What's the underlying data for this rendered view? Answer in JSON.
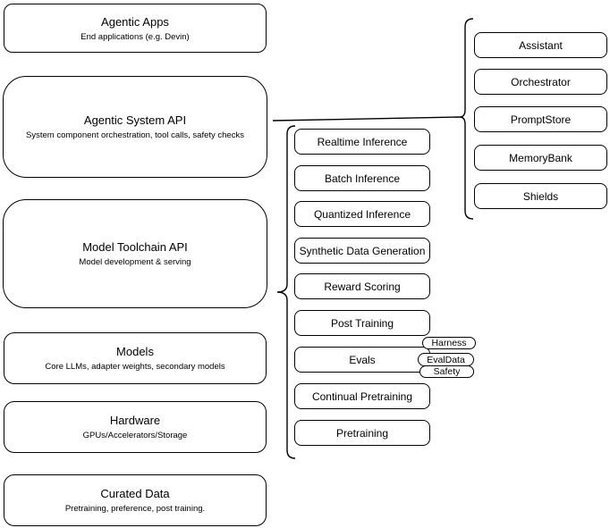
{
  "diagram": {
    "colors": {
      "stroke": "#000000",
      "background": "#ffffff",
      "text": "#000000"
    },
    "left_column": {
      "boxes": [
        {
          "title": "Agentic Apps",
          "subtitle": "End applications (e.g. Devin)"
        },
        {
          "title": "Agentic System API",
          "subtitle": "System component orchestration, tool calls, safety checks"
        },
        {
          "title": "Model Toolchain API",
          "subtitle": "Model development & serving"
        },
        {
          "title": "Models",
          "subtitle": "Core LLMs, adapter weights, secondary models"
        },
        {
          "title": "Hardware",
          "subtitle": "GPUs/Accelerators/Storage"
        },
        {
          "title": "Curated Data",
          "subtitle": "Pretraining, preference, post training."
        }
      ]
    },
    "toolchain_group": {
      "attached_to": "Model Toolchain API",
      "items": [
        {
          "label": "Realtime Inference"
        },
        {
          "label": "Batch Inference"
        },
        {
          "label": "Quantized Inference"
        },
        {
          "label": "Synthetic Data Generation"
        },
        {
          "label": "Reward Scoring"
        },
        {
          "label": "Post Training"
        },
        {
          "label": "Evals"
        },
        {
          "label": "Continual Pretraining"
        },
        {
          "label": "Pretraining"
        }
      ],
      "eval_pills": [
        {
          "label": "Harness"
        },
        {
          "label": "EvalData"
        },
        {
          "label": "Safety"
        }
      ]
    },
    "system_group": {
      "attached_to": "Agentic System API",
      "items": [
        {
          "label": "Assistant"
        },
        {
          "label": "Orchestrator"
        },
        {
          "label": "PromptStore"
        },
        {
          "label": "MemoryBank"
        },
        {
          "label": "Shields"
        }
      ]
    }
  }
}
